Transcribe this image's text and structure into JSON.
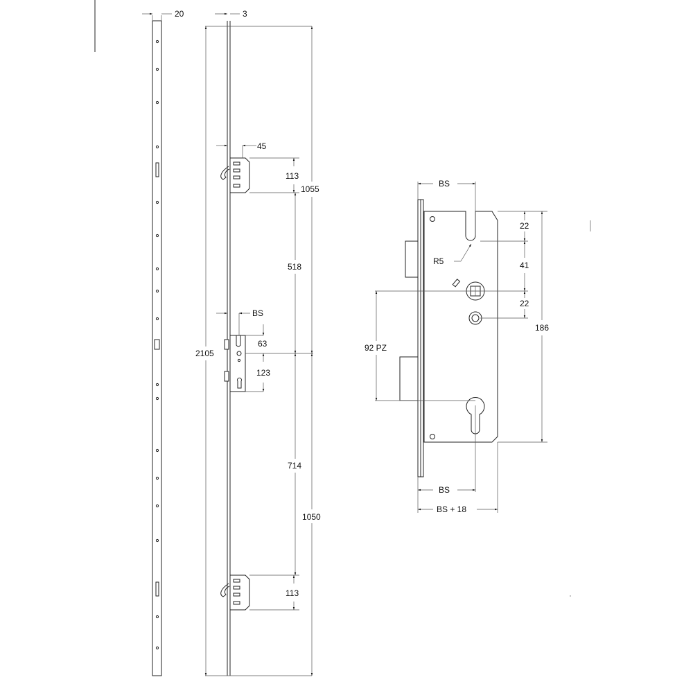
{
  "left_view": {
    "strip_width": "20",
    "faceplate_thickness": "3",
    "hook_offset": "45",
    "top_hook_height": "113",
    "bottom_hook_height": "113",
    "total_length": "2105",
    "upper_length": "1055",
    "lower_length": "1050",
    "upper_span": "518",
    "lower_span": "714",
    "backset": "BS",
    "follower_to_top": "63",
    "follower_to_bottom": "123"
  },
  "right_view": {
    "backset_top": "BS",
    "backset_bottom": "BS",
    "case_width": "BS + 18",
    "radius": "R5",
    "dim_top": "22",
    "dim_mid": "41",
    "dim_lower": "22",
    "case_height": "186",
    "centres": "92 PZ"
  }
}
